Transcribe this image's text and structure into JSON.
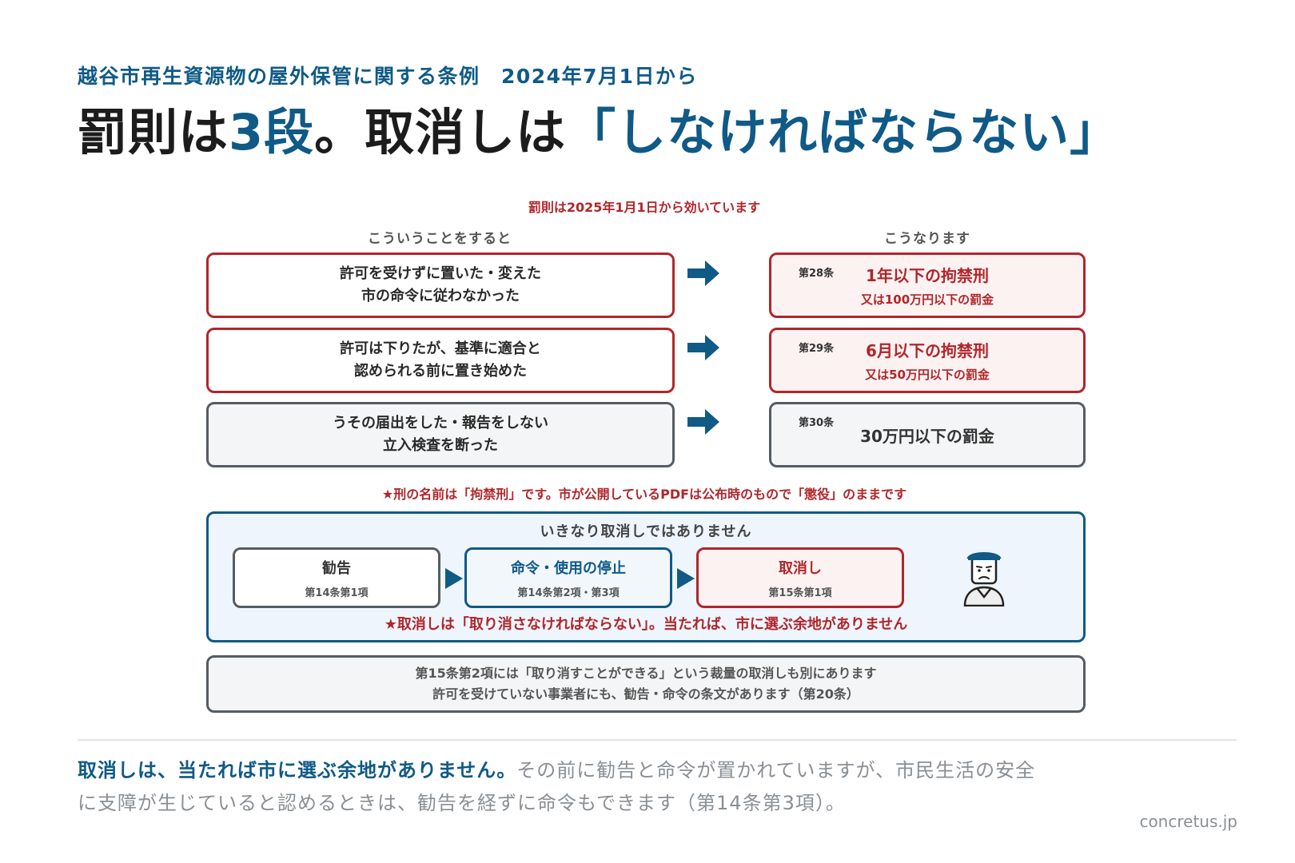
{
  "header": {
    "subtitle": "越谷市再生資源物の屋外保管に関する条例　2024年7月1日から",
    "headline_a": "罰則は",
    "headline_b": "3段",
    "headline_c": "。取消しは",
    "headline_d": "「しなければならない」"
  },
  "effective_note": "罰則は2025年1月1日から効いています",
  "columns": {
    "left": "こういうことをすると",
    "right": "こうなります"
  },
  "rows": [
    {
      "cond_1": "許可を受けずに置いた・変えた",
      "cond_2": "市の命令に従わなかった",
      "article": "第28条",
      "result": "1年以下の拘禁刑",
      "sub": "又は100万円以下の罰金"
    },
    {
      "cond_1": "許可は下りたが、基準に適合と",
      "cond_2": "認められる前に置き始めた",
      "article": "第29条",
      "result": "6月以下の拘禁刑",
      "sub": "又は50万円以下の罰金"
    },
    {
      "cond_1": "うその届出をした・報告をしない",
      "cond_2": "立入検査を断った",
      "article": "第30条",
      "result": "30万円以下の罰金",
      "sub": ""
    }
  ],
  "punishment_note": "★刑の名前は「拘禁刑」です。市が公開しているPDFは公布時のもので「懲役」のままです",
  "process": {
    "title": "いきなり取消しではありません",
    "steps": [
      {
        "label": "勧告",
        "article": "第14条第1項"
      },
      {
        "label": "命令・使用の停止",
        "article": "第14条第2項・第3項"
      },
      {
        "label": "取消し",
        "article": "第15条第1項"
      }
    ],
    "note": "★取消しは「取り消さなければならない」。当たれば、市に選ぶ余地がありません"
  },
  "info": {
    "line_1": "第15条第2項には「取り消すことができる」という裁量の取消しも別にあります",
    "line_2": "許可を受けていない事業者にも、勧告・命令の条文があります（第20条）"
  },
  "summary": {
    "lead": "取消しは、当たれば市に選ぶ余地がありません。",
    "body": "その前に勧告と命令が置かれていますが、市民生活の安全に支障が生じていると認めるときは、勧告を経ずに命令もできます（第14条第3項）。"
  },
  "footer": "concretus.jp",
  "colors": {
    "blue": "#0f5a87",
    "red": "#b0262a",
    "gray": "#555c62"
  },
  "icons": [
    "arrow-right-icon",
    "official-person-icon"
  ]
}
